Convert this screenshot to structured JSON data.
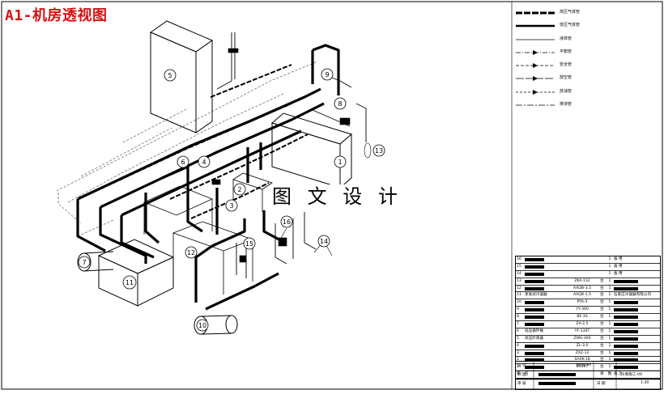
{
  "title": "A1-机房透视图",
  "watermark": "图 文 设 计",
  "legend": [
    {
      "label": "高压气体管",
      "style": "heavy-dash",
      "icon": "high-pressure-gas-line"
    },
    {
      "label": "低压气体管",
      "style": "heavy-solid",
      "icon": "low-pressure-gas-line"
    },
    {
      "label": "液体管",
      "style": "solid",
      "icon": "liquid-line"
    },
    {
      "label": "平衡管",
      "style": "dash-dot-arrow",
      "icon": "balance-line"
    },
    {
      "label": "安全管",
      "style": "dash-arrow",
      "icon": "safety-line"
    },
    {
      "label": "放空管",
      "style": "long-dash-arrow",
      "icon": "vent-line"
    },
    {
      "label": "放油管",
      "style": "short-dash-arrow",
      "icon": "oil-drain-line"
    },
    {
      "label": "排液管",
      "style": "dash-dot",
      "icon": "drain-line"
    }
  ],
  "callouts": [
    "1",
    "2",
    "3",
    "4",
    "5",
    "6",
    "7",
    "8",
    "9",
    "10",
    "11",
    "12",
    "13",
    "14",
    "15",
    "16"
  ],
  "bom": [
    {
      "no": "16",
      "name": "",
      "model": "",
      "unit": "",
      "qty": "1",
      "note": "备 用"
    },
    {
      "no": "15",
      "name": "",
      "model": "",
      "unit": "",
      "qty": "1",
      "note": "备 用"
    },
    {
      "no": "14",
      "name": "",
      "model": "",
      "unit": "",
      "qty": "1",
      "note": "备 用"
    },
    {
      "no": "13",
      "name": "",
      "model": "ZKA-132",
      "unit": "台",
      "qty": "1",
      "note": ""
    },
    {
      "no": "12",
      "name": "",
      "model": "AXQB-3.5",
      "unit": "台",
      "qty": "1",
      "note": ""
    },
    {
      "no": "11",
      "name": "蒸发式冷凝器",
      "model": "AXQB-1.5",
      "unit": "台",
      "qty": "1",
      "note": "石家庄冷凝器有限公司"
    },
    {
      "no": "10",
      "name": "",
      "model": "PYA-3",
      "unit": "台",
      "qty": "1",
      "note": ""
    },
    {
      "no": "9",
      "name": "",
      "model": "YY-300",
      "unit": "台",
      "qty": "1",
      "note": ""
    },
    {
      "no": "8",
      "name": "",
      "model": "BF-3S",
      "unit": "台",
      "qty": "1",
      "note": ""
    },
    {
      "no": "7",
      "name": "",
      "model": "ZA-2.5",
      "unit": "台",
      "qty": "1",
      "note": ""
    },
    {
      "no": "6",
      "name": "低压循环桶",
      "model": "YF-13ST",
      "unit": "台",
      "qty": "1",
      "note": ""
    },
    {
      "no": "5",
      "name": "高压贮液器",
      "model": "ZWS-300",
      "unit": "台",
      "qty": "1",
      "note": ""
    },
    {
      "no": "4",
      "name": "",
      "model": "ZL-3.0",
      "unit": "台",
      "qty": "1",
      "note": ""
    },
    {
      "no": "3",
      "name": "",
      "model": "ZXZ-12",
      "unit": "台",
      "qty": "1",
      "note": ""
    },
    {
      "no": "2",
      "name": "",
      "model": "SAXK-18",
      "unit": "台",
      "qty": "1",
      "note": ""
    },
    {
      "no": "1",
      "name": "",
      "model": "BSSK7",
      "unit": "台",
      "qty": "1",
      "note": ""
    }
  ],
  "bom_header": {
    "no": "序",
    "name": "名",
    "model": "",
    "unit": "单",
    "qty": "数",
    "note": "备 注"
  },
  "title_block": {
    "drawing_no": "1600/30",
    "part": "冷库施工-09",
    "scale": "1:40",
    "rows": [
      "设 计",
      "制 图",
      "审 核"
    ],
    "date_label": "日 期"
  },
  "colors": {
    "title": "#d81010",
    "ink": "#000000",
    "paper": "#ffffff"
  }
}
